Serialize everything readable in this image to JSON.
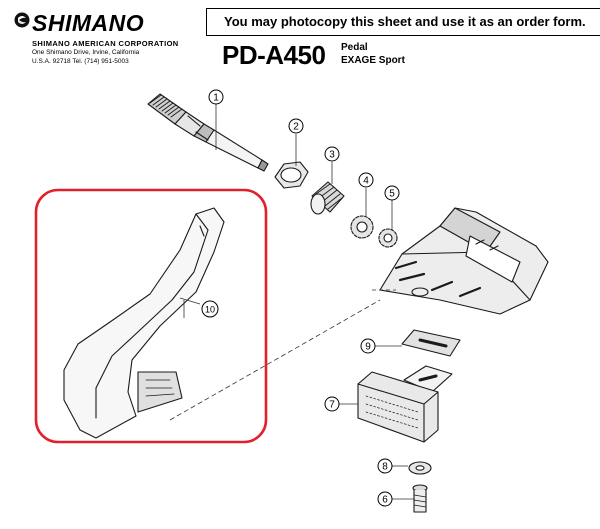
{
  "header": {
    "brand": "SHIMANO",
    "company": "SHIMANO AMERICAN CORPORATION",
    "address_line1": "One Shimano Drive, Irvine, California",
    "address_line2": "U.S.A. 92718 Tel. (714) 951-5003",
    "notice": "You may photocopy this sheet and use it as an order form.",
    "model": "PD-A450",
    "description_line1": "Pedal",
    "description_line2": "EXAGE Sport"
  },
  "callouts": [
    "1",
    "2",
    "3",
    "4",
    "5",
    "6",
    "7",
    "8",
    "9",
    "10"
  ],
  "colors": {
    "highlight": "#e0202a",
    "ink": "#1a1a1a"
  },
  "highlight": {
    "shape": "rounded-rectangle",
    "encloses_part": "10"
  }
}
